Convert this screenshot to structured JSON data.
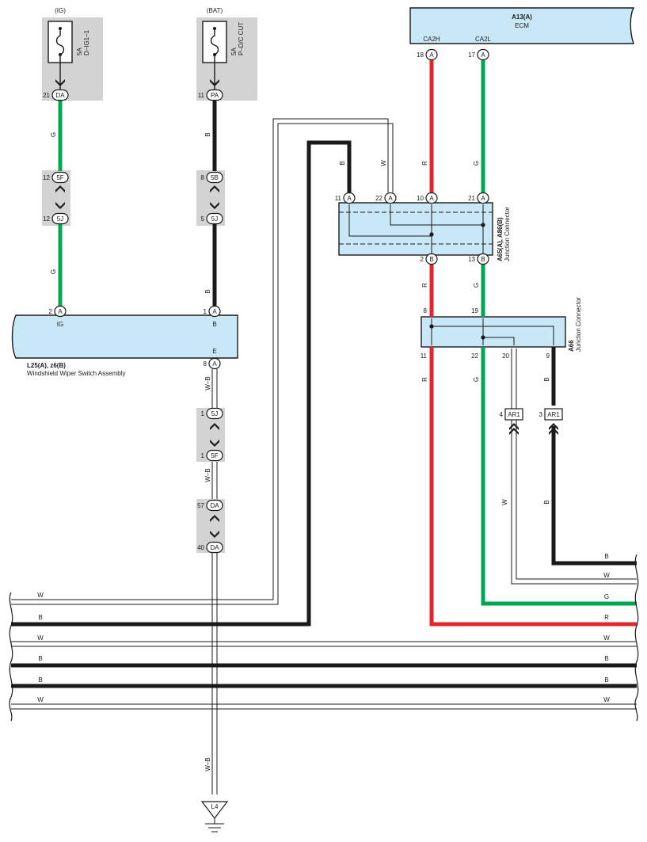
{
  "fuses": [
    {
      "power": "(IG)",
      "rating": "5A",
      "name": "D–IG1–1",
      "pin_num": "21",
      "pin_code": "DA"
    },
    {
      "power": "(BAT)",
      "rating": "5A",
      "name": "P–D/C CUT",
      "pin_num": "11",
      "pin_code": "PA"
    }
  ],
  "ecm": {
    "ref": "A13(A)",
    "name": "ECM",
    "pins": [
      {
        "label": "CA2H",
        "num": "18",
        "code": "A"
      },
      {
        "label": "CA2L",
        "num": "17",
        "code": "A"
      }
    ]
  },
  "relay_left": [
    {
      "num": "12",
      "code": "5F"
    },
    {
      "num": "12",
      "code": "5J"
    }
  ],
  "relay_mid": [
    {
      "num": "8",
      "code": "5B"
    },
    {
      "num": "5",
      "code": "5J"
    }
  ],
  "switch": {
    "ref": "L25(A), z6(B)",
    "name": "Windshield Wiper Switch Assembly",
    "pins": [
      {
        "num": "2",
        "code": "A",
        "term": "IG"
      },
      {
        "num": "1",
        "code": "A",
        "term": "B"
      },
      {
        "num": "8",
        "code": "A",
        "term": "E"
      }
    ]
  },
  "jc1": {
    "ref": "A65(A), A86(B)",
    "name": "Junction Connector",
    "top_pins": [
      {
        "num": "11",
        "code": "A"
      },
      {
        "num": "22",
        "code": "A"
      },
      {
        "num": "10",
        "code": "A"
      },
      {
        "num": "21",
        "code": "A"
      }
    ],
    "bottom_pins": [
      {
        "num": "2",
        "code": "B"
      },
      {
        "num": "13",
        "code": "B"
      }
    ]
  },
  "jc2": {
    "ref": "A66",
    "name": "Junction Connector",
    "top_pins": [
      "8",
      "19"
    ],
    "bottom_pins": [
      "11",
      "22",
      "20",
      "9"
    ]
  },
  "ar1": [
    {
      "num": "4",
      "code": "AR1"
    },
    {
      "num": "3",
      "code": "AR1"
    }
  ],
  "ground_stack": [
    {
      "num": "1",
      "code": "5J"
    },
    {
      "num": "1",
      "code": "5F"
    },
    {
      "num": "57",
      "code": "DA"
    },
    {
      "num": "40",
      "code": "DA"
    }
  ],
  "ground": {
    "code": "L4"
  },
  "wire_labels": {
    "g": "G",
    "b": "B",
    "w": "W",
    "r": "R",
    "wb": "W–B"
  },
  "bus_left_labels": [
    "W",
    "B",
    "W",
    "B",
    "B",
    "W"
  ],
  "bus_right_labels": [
    "B",
    "W",
    "G",
    "R",
    "W",
    "B",
    "B",
    "W"
  ],
  "colors": {
    "green": "#00a650",
    "red": "#e3262b",
    "black": "#1a1a1a",
    "component_fill": "#c9e8f7",
    "connector_bg": "#d3d3d3"
  }
}
